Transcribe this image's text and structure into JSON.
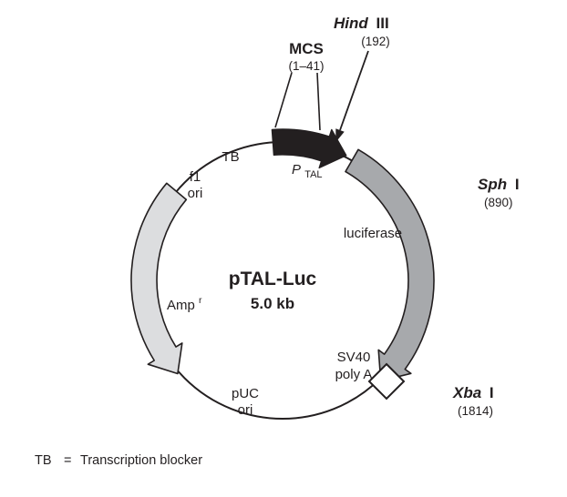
{
  "plasmid": {
    "name": "pTAL-Luc",
    "size": "5.0 kb"
  },
  "sites": {
    "mcs": {
      "label": "MCS",
      "range": "(1–41)"
    },
    "hind3": {
      "gene": "Hind",
      "num": "III",
      "pos": "(192)"
    },
    "sph1": {
      "gene": "Sph",
      "num": "I",
      "pos": "(890)"
    },
    "xba1": {
      "gene": "Xba",
      "num": "I",
      "pos": "(1814)"
    }
  },
  "features": {
    "tb": "TB",
    "f1": [
      "f1",
      "ori"
    ],
    "promoter": {
      "main": "P",
      "sub": "TAL"
    },
    "luciferase": "luciferase",
    "amp": {
      "main": "Amp",
      "sup": "r"
    },
    "sv40": [
      "SV40",
      "poly A"
    ],
    "puc": [
      "pUC",
      "ori"
    ]
  },
  "legend": {
    "abbr": "TB",
    "eq": "=",
    "text": "Transcription blocker"
  },
  "colors": {
    "ink": "#231f20",
    "luciferase_fill": "#a7a9ac",
    "amp_fill": "#dcdddf",
    "mcs_fill": "#231f20",
    "marker_fill": "#ffffff"
  }
}
